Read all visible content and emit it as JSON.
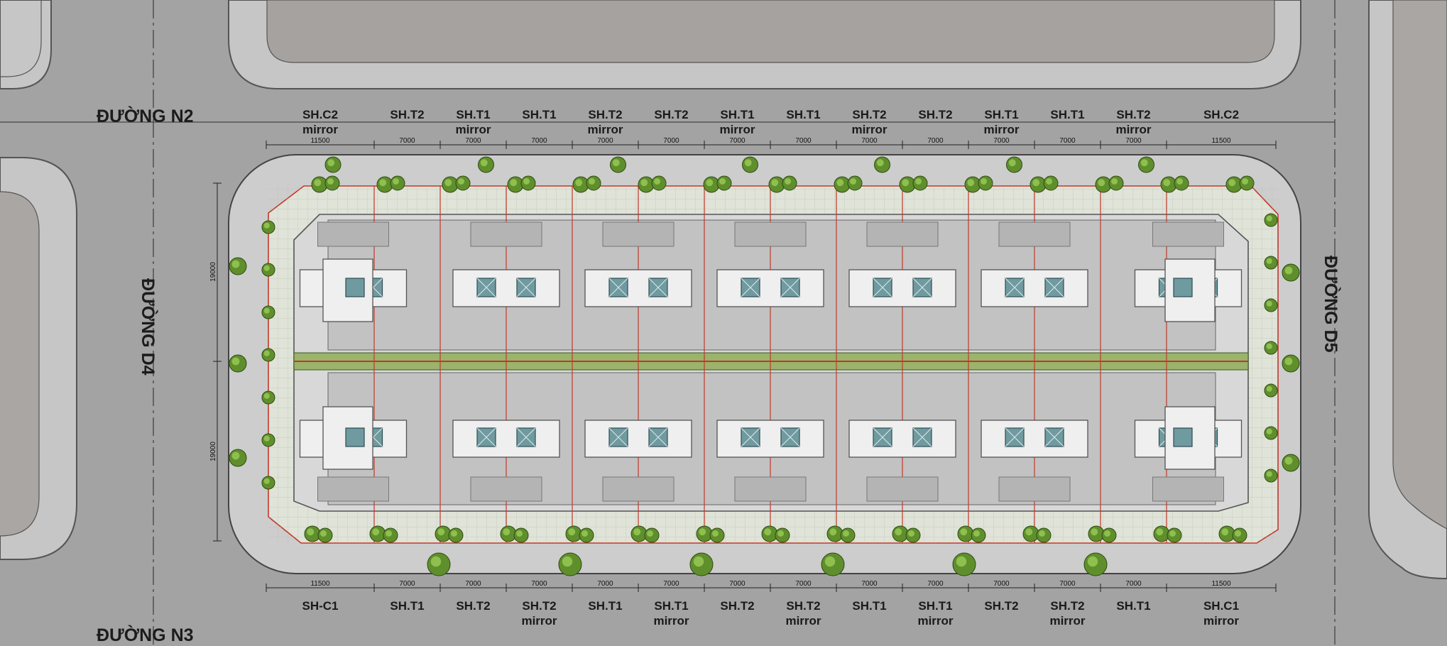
{
  "roads": {
    "n2": "ĐƯỜNG N2",
    "n3": "ĐƯỜNG N3",
    "d4": "ĐƯỜNG D4",
    "d5": "ĐƯỜNG D5"
  },
  "top_units": [
    [
      "SH.C2",
      "mirror"
    ],
    [
      "SH.T2",
      ""
    ],
    [
      "SH.T1",
      "mirror"
    ],
    [
      "SH.T1",
      ""
    ],
    [
      "SH.T2",
      "mirror"
    ],
    [
      "SH.T2",
      ""
    ],
    [
      "SH.T1",
      "mirror"
    ],
    [
      "SH.T1",
      ""
    ],
    [
      "SH.T2",
      "mirror"
    ],
    [
      "SH.T2",
      ""
    ],
    [
      "SH.T1",
      "mirror"
    ],
    [
      "SH.T1",
      ""
    ],
    [
      "SH.T2",
      "mirror"
    ],
    [
      "SH.C2",
      ""
    ]
  ],
  "bottom_units": [
    [
      "SH-C1",
      ""
    ],
    [
      "SH.T1",
      ""
    ],
    [
      "SH.T2",
      ""
    ],
    [
      "SH.T2",
      "mirror"
    ],
    [
      "SH.T1",
      ""
    ],
    [
      "SH.T1",
      "mirror"
    ],
    [
      "SH.T2",
      ""
    ],
    [
      "SH.T2",
      "mirror"
    ],
    [
      "SH.T1",
      ""
    ],
    [
      "SH.T1",
      "mirror"
    ],
    [
      "SH.T2",
      ""
    ],
    [
      "SH.T2",
      "mirror"
    ],
    [
      "SH.T1",
      ""
    ],
    [
      "SH.C1",
      "mirror"
    ]
  ],
  "widths": [
    "11500",
    "7000",
    "7000",
    "7000",
    "7000",
    "7000",
    "7000",
    "7000",
    "7000",
    "7000",
    "7000",
    "7000",
    "7000",
    "11500"
  ],
  "depths": [
    "19000",
    "19000"
  ],
  "colors": {
    "road": "#a3a3a3",
    "block": "#c6c6c6",
    "pavement": "#dfe3d8",
    "roof": "#c2c2c2",
    "lot_line": "#c0392b",
    "green_strip": "#9bb36b",
    "tree": "#5f8f2c",
    "skylight": "#6f9aa0"
  }
}
